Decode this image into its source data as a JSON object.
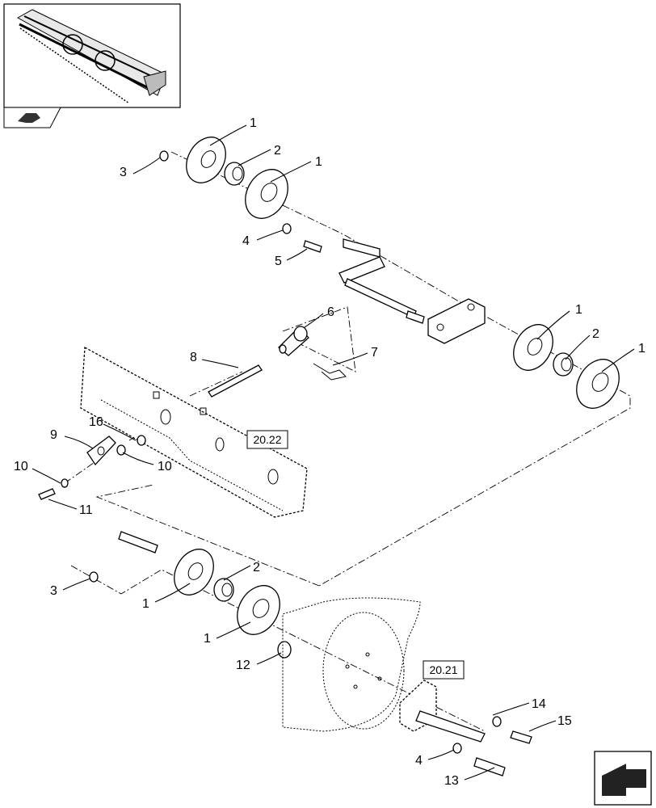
{
  "callouts": {
    "c1a": "1",
    "c1b": "1",
    "c1c": "1",
    "c1d": "1",
    "c1e": "1",
    "c1f": "1",
    "c2a": "2",
    "c2b": "2",
    "c2c": "2",
    "c3a": "3",
    "c3b": "3",
    "c4a": "4",
    "c4b": "4",
    "c5": "5",
    "c6": "6",
    "c7": "7",
    "c8": "8",
    "c9": "9",
    "c10a": "10",
    "c10b": "10",
    "c11": "11",
    "c12": "12",
    "c13": "13",
    "c14": "14",
    "c15": "15",
    "c16": "16"
  },
  "references": {
    "ref_a": "20.22",
    "ref_b": "20.21"
  },
  "icons": {
    "thumbnail": "header-assembly-thumbnail",
    "view_arrow": "view-direction-icon",
    "next_page": "next-page-arrow-icon"
  }
}
